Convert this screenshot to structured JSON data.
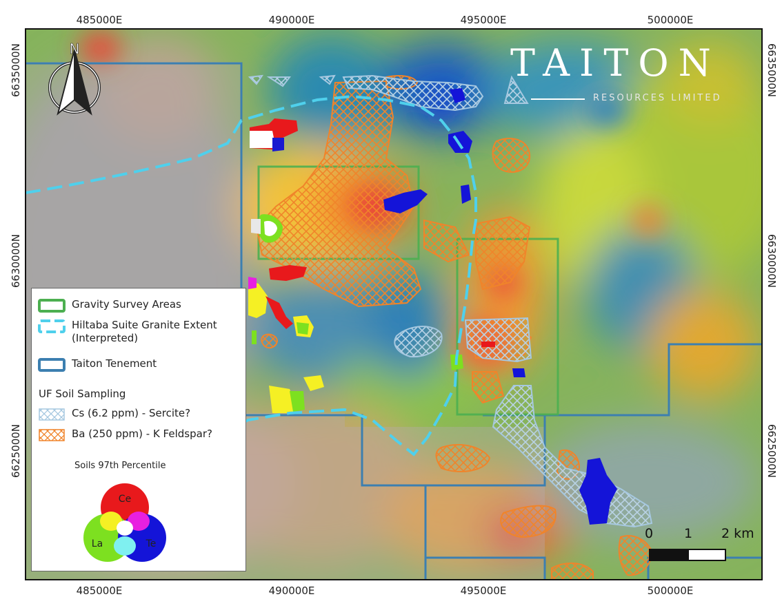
{
  "axes": {
    "x_ticks": [
      "485000E",
      "490000E",
      "495000E",
      "500000E"
    ],
    "y_ticks": [
      "6635000N",
      "6630000N",
      "6625000N"
    ]
  },
  "north_arrow": {
    "label": "N"
  },
  "logo": {
    "name": "TAITON",
    "tagline": "RESOURCES LIMITED"
  },
  "legend": {
    "items": [
      {
        "label": "Gravity Survey Areas",
        "color": "#4caf50"
      },
      {
        "label": "Hiltaba Suite Granite Extent",
        "label2": "(Interpreted)",
        "color": "#4fd0ec"
      },
      {
        "label": "Taiton Tenement",
        "color": "#3c7fb0"
      }
    ],
    "soil_header": "UF Soil Sampling",
    "soil_items": [
      {
        "label": "Cs (6.2 ppm) - Sercite?",
        "color": "#a6c8e0"
      },
      {
        "label": "Ba (250 ppm) - K Feldspar?",
        "color": "#f0842a"
      }
    ],
    "percentile_label": "Soils 97th Percentile",
    "venn": {
      "ce": "Ce",
      "la": "La",
      "te": "Te"
    }
  },
  "scale_bar": {
    "labels": [
      "0",
      "1",
      "2 km"
    ]
  },
  "colors": {
    "gravity": "#4caf50",
    "granite": "#4fd0ec",
    "tenement": "#3c7fb0",
    "cs": "#a6c8e0",
    "ba": "#f0842a"
  }
}
